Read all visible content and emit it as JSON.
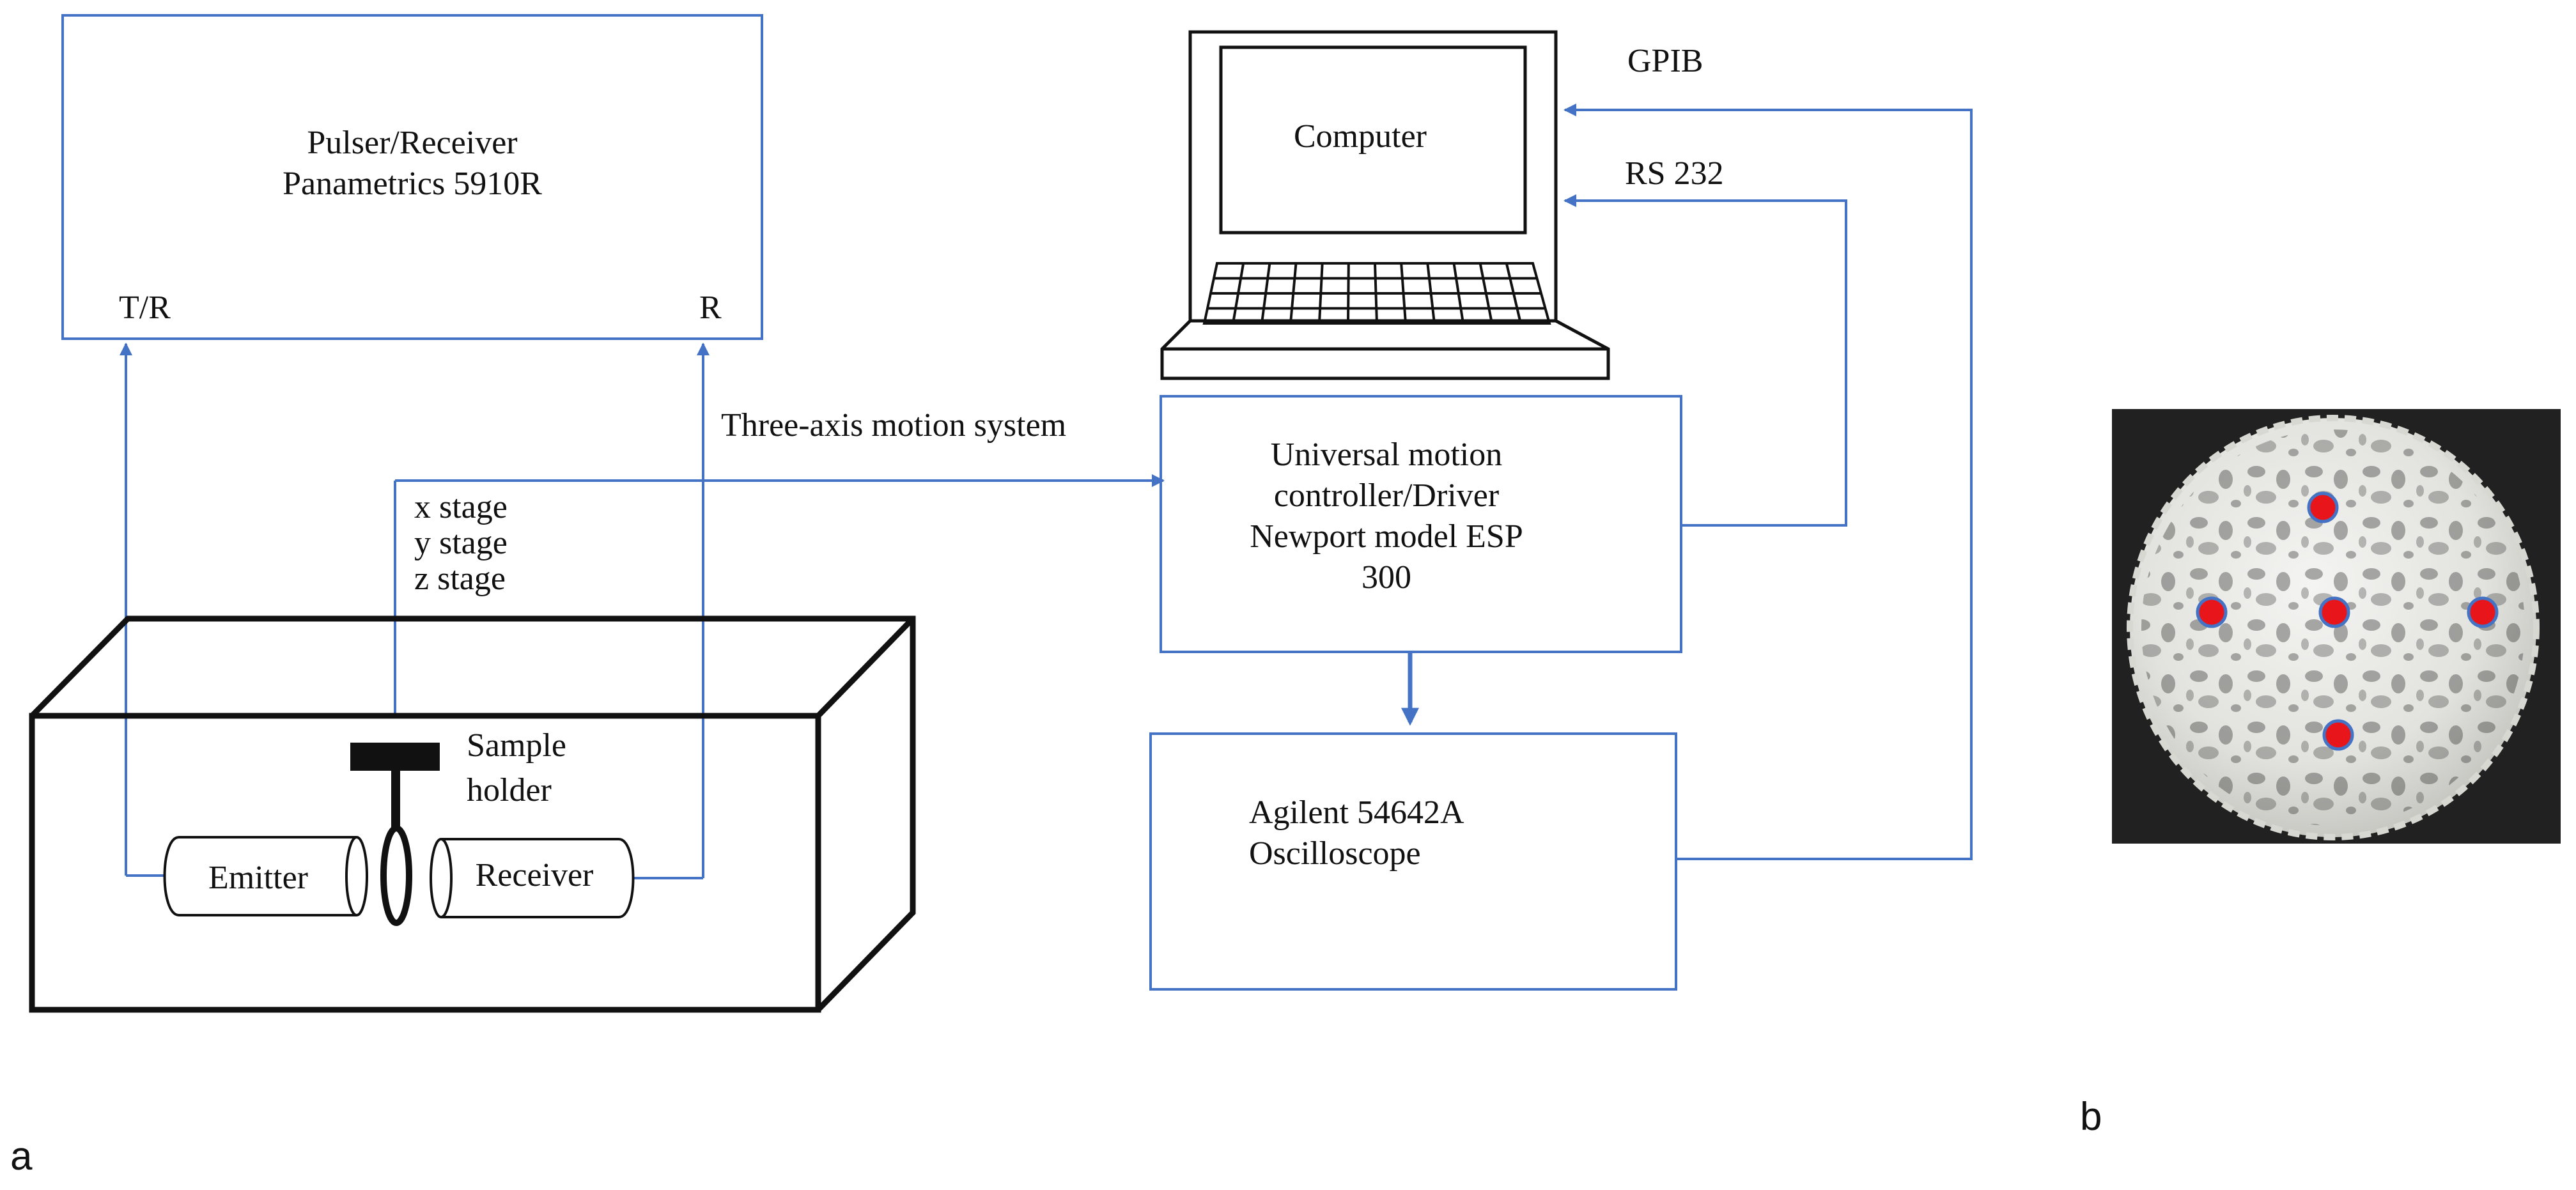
{
  "pulser": {
    "line1": "Pulser/Receiver",
    "line2": "Panametrics 5910R",
    "port_tr": "T/R",
    "port_r": "R"
  },
  "computer": {
    "label": "Computer"
  },
  "links": {
    "gpib": "GPIB",
    "rs232": "RS 232",
    "motion": "Three-axis motion system"
  },
  "stages": {
    "x": "x stage",
    "y": "y stage",
    "z": "z stage"
  },
  "controller": {
    "line1": "Universal motion",
    "line2": "controller/Driver",
    "line3": "Newport model ESP",
    "line4": "300"
  },
  "oscilloscope": {
    "line1": "Agilent 54642A",
    "line2": "Oscilloscope"
  },
  "tank": {
    "sample1": "Sample",
    "sample2": "holder",
    "emitter": "Emitter",
    "receiver": "Receiver"
  },
  "panels": {
    "a": "a",
    "b": "b"
  },
  "colors": {
    "wire": "#4472c4",
    "line": "#111111",
    "marker": "#e8151b",
    "photo_bg": "#1c1c1c"
  },
  "photo": {
    "marker_count": 5
  }
}
